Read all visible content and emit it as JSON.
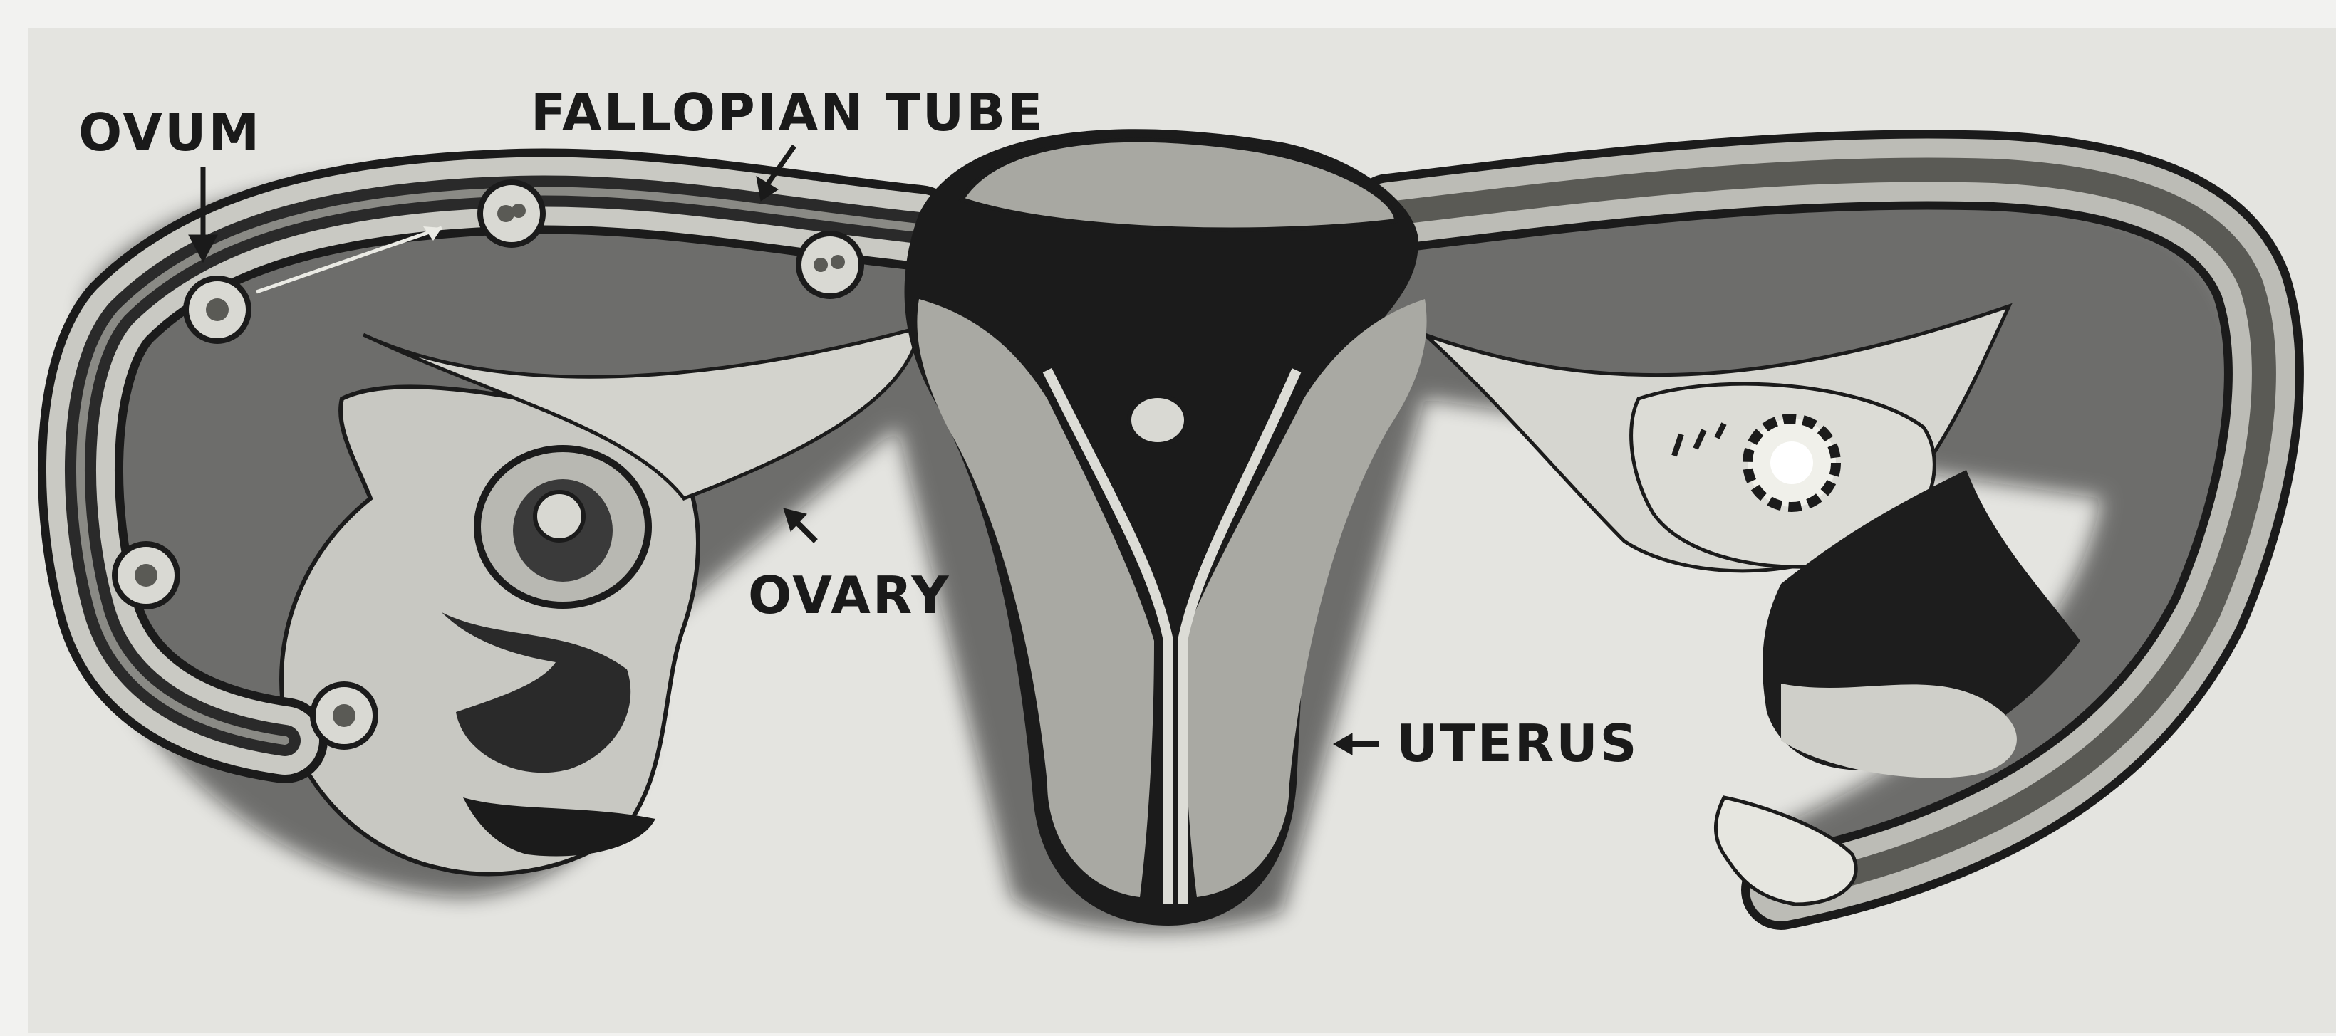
{
  "labels": {
    "ovum": "OVUM",
    "fallopian_tube": "FALLOPIAN TUBE",
    "ovary": "OVARY",
    "uterus": "UTERUS"
  },
  "colors": {
    "paper": "#f2f2f0",
    "plate": "#e4e4e0",
    "tissue_light": "#d9d9d4",
    "tissue_mid": "#a9a9a3",
    "tissue_dark": "#1b1b1b",
    "ink": "#1a1a1a"
  }
}
